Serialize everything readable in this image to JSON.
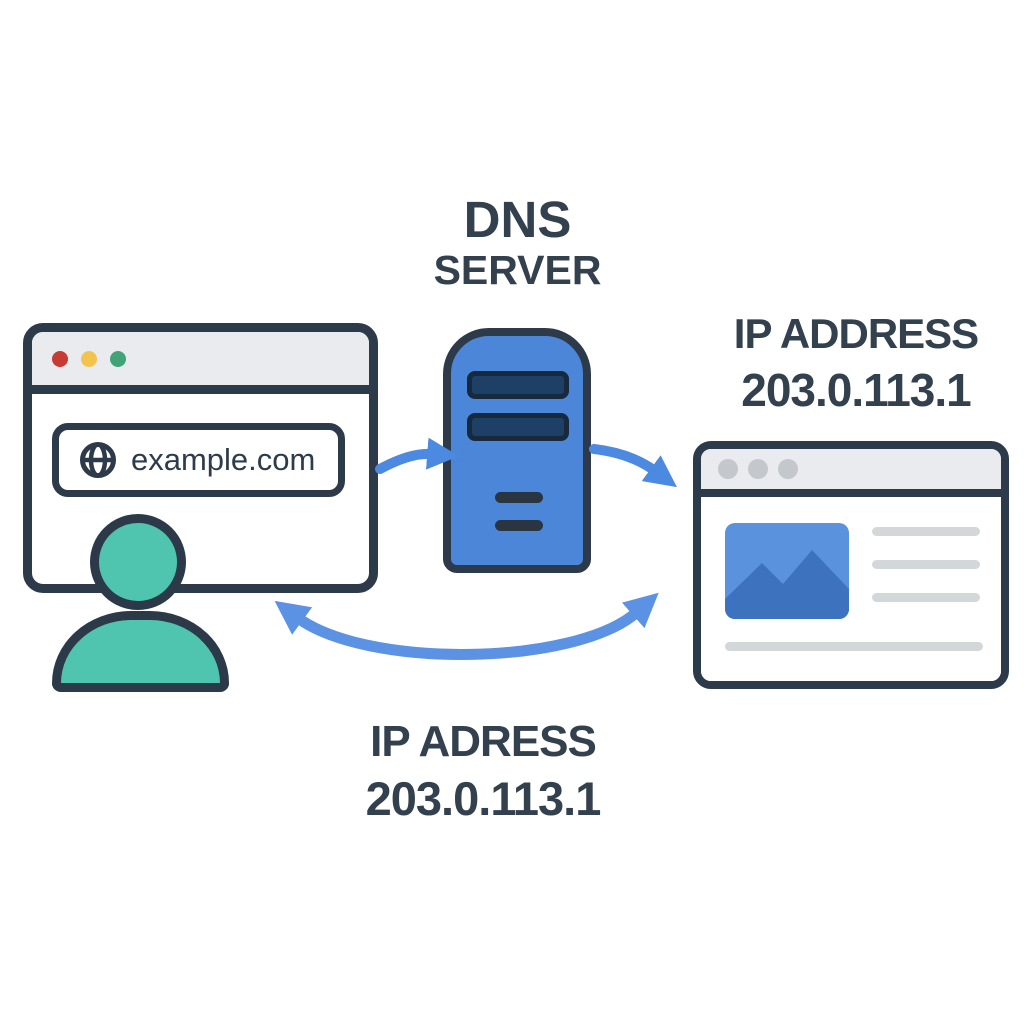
{
  "labels": {
    "dns_server": {
      "line1": "DNS",
      "line2": "SERVER"
    },
    "ip_address_result": {
      "line1": "IP ADDRESS",
      "line2": "203.0.113.1"
    },
    "ip_address_return": {
      "line1": "IP ADRESS",
      "line2": "203.0.113.1"
    }
  },
  "user_browser": {
    "address_bar": {
      "icon": "globe-icon",
      "url": "example.com"
    },
    "traffic_lights": [
      "red",
      "yellow",
      "green"
    ]
  },
  "website_window": {
    "traffic_lights": [
      "gray",
      "gray",
      "gray"
    ],
    "content": {
      "image_placeholder": "mountain-image",
      "text_lines": 3,
      "footer_lines": 1
    }
  },
  "dns_server_icon": {
    "drive_slots": 2,
    "vents": 2
  },
  "colors": {
    "outline_dark": "#2d3a4a",
    "text_dark": "#33404e",
    "server_blue": "#4c86d9",
    "slot_navy": "#1e3f66",
    "request_arrow_blue": "#4c89e0",
    "return_arrow_blue": "#5b92e4",
    "person_teal": "#4fc4ae",
    "titlebar_gray": "#e9ebee",
    "dot_red": "#c63b33",
    "dot_yellow": "#f3c44d",
    "dot_green": "#41a377",
    "dot_gray": "#c4c8cd",
    "skeleton_gray": "#d4d7da",
    "image_blue": "#5b92dd",
    "mountain_blue": "#3d72bf",
    "background": "#ffffff"
  }
}
